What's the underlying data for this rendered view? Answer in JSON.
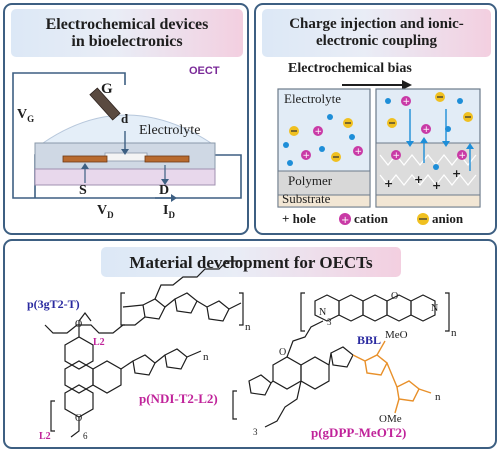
{
  "panels": {
    "devices": {
      "title_line1": "Electrochemical devices",
      "title_line2": "in bioelectronics",
      "oect_label": "OECT",
      "gate_label": "G",
      "drain_label_small": "d",
      "electrolyte_label": "Electrolyte",
      "vg_label": "V",
      "vg_sub": "G",
      "source_label": "S",
      "drain_label": "D",
      "vd_label": "V",
      "vd_sub": "D",
      "id_label": "I",
      "id_sub": "D"
    },
    "coupling": {
      "title_line1": "Charge injection and ionic-",
      "title_line2": "electronic coupling",
      "bias_label": "Electrochemical bias",
      "electrolyte_label": "Electrolyte",
      "polymer_label": "Polymer",
      "substrate_label": "Substrate",
      "legend_hole": "+ hole",
      "legend_cation": "cation",
      "legend_anion": "anion"
    },
    "materials": {
      "title": "Material development for OECTs",
      "m1": "p(3gT2-T)",
      "m2": "BBL",
      "m3": "p(NDI-T2-L2)",
      "m4": "p(gDPP-MeOT2)",
      "l2_top": "L2",
      "l2_bottom": "L2",
      "n_label": "n",
      "three_label": "3",
      "six_label": "6",
      "meo_label": "MeO",
      "ome_label": "OMe",
      "o_label": "O",
      "n_atom": "N"
    }
  },
  "colors": {
    "border": "#3d5f82",
    "purple_label": "#7a2a98",
    "blue_label": "#2a2aa0",
    "magenta_label": "#c0239a",
    "orange_ring": "#e8902a",
    "cation": "#c93aa6",
    "anion": "#f0c020",
    "blue_dot": "#1e8ed8"
  }
}
